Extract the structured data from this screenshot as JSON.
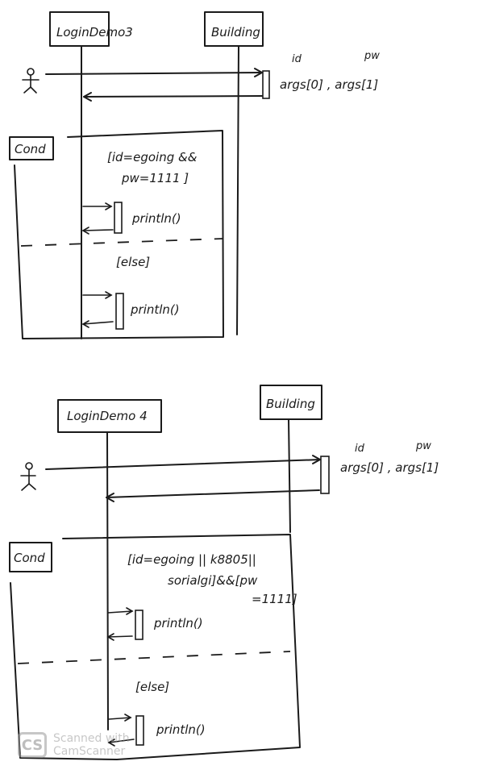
{
  "diagrams": [
    {
      "participants": [
        "LoginDemo3",
        "Building"
      ],
      "actor": "user",
      "call_params": {
        "id_label": "id",
        "pw_label": "pw",
        "args": "args[0] , args[1]"
      },
      "fragment": {
        "operator": "Cond",
        "guard_line1": "[id=egoing &&",
        "guard_line2": "pw=1111 ]",
        "then_message": "println()",
        "else_guard": "[else]",
        "else_message": "println()"
      }
    },
    {
      "participants": [
        "LoginDemo 4",
        "Building"
      ],
      "actor": "user",
      "call_params": {
        "id_label": "id",
        "pw_label": "pw",
        "args": "args[0] , args[1]"
      },
      "fragment": {
        "operator": "Cond",
        "guard_line1": "[id=egoing || k8805||",
        "guard_line2": "sorialgi]&&[pw",
        "guard_line3": "=1111]",
        "then_message": "println()",
        "else_guard": "[else]",
        "else_message": "println()"
      }
    }
  ],
  "watermark": {
    "logo": "CS",
    "line1": "Scanned with",
    "line2": "CamScanner"
  }
}
